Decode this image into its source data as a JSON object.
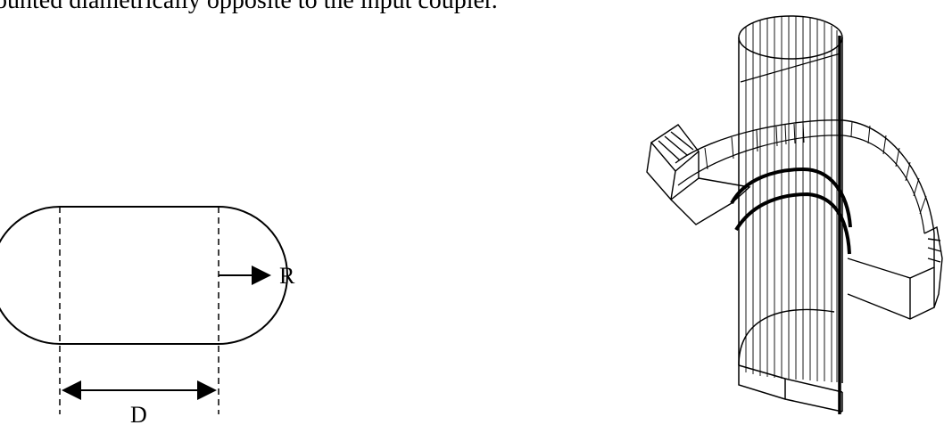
{
  "text": {
    "caption": "ounted diametrically opposite to the input coupler.",
    "label_r": "R",
    "label_d": "D"
  },
  "colors": {
    "line": "#000000",
    "background": "#ffffff"
  }
}
